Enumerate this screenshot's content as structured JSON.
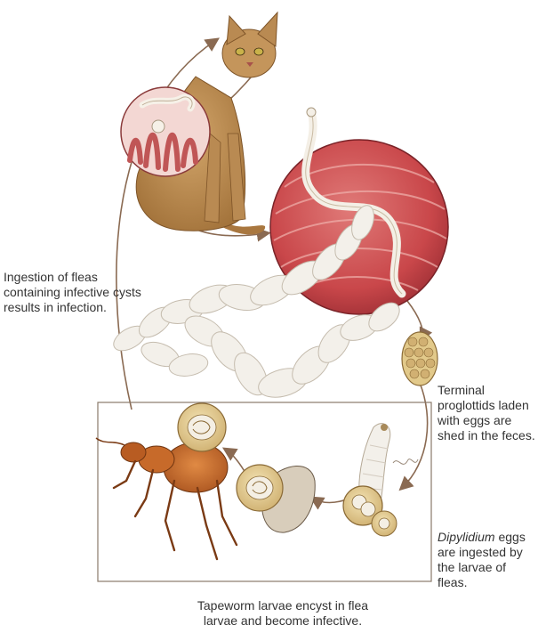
{
  "captions": {
    "ingestion": "Ingestion of fleas containing infective cysts results in infection.",
    "proglottids": "Terminal proglottids laden with eggs are shed in the feces.",
    "eggs_italic": "Dipylidium",
    "eggs_rest": " eggs are ingested by the larvae of fleas.",
    "encyst": "Tapeworm larvae encyst in flea larvae and become infective."
  },
  "colors": {
    "cat_fur": "#b98a52",
    "intestine": "#c9474a",
    "tapeworm": "#f1ede6",
    "flea": "#c76a2a",
    "egg": "#e8cf8a",
    "arrow": "#8a6a52"
  }
}
